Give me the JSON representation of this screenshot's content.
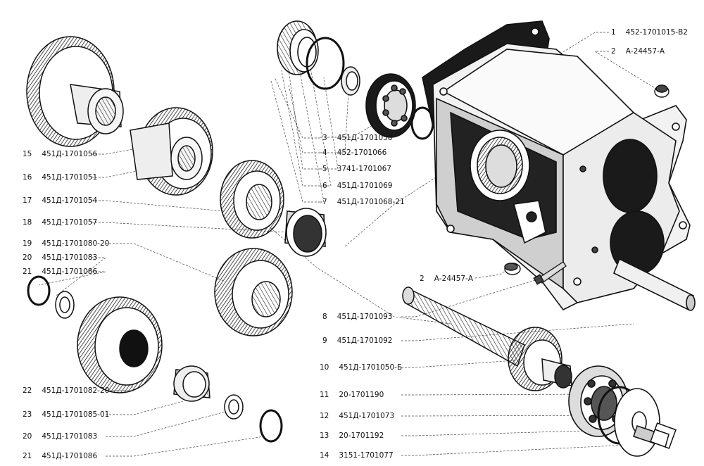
{
  "callouts": [
    {
      "num": "1",
      "part": "452-1701015-В2"
    },
    {
      "num": "2",
      "part": "А-24457-А"
    },
    {
      "num": "3",
      "part": "451Д-1701058"
    },
    {
      "num": "4",
      "part": "452-1701066"
    },
    {
      "num": "5",
      "part": "3741-1701067"
    },
    {
      "num": "6",
      "part": "451Д-1701069"
    },
    {
      "num": "7",
      "part": "451Д-1701068-21"
    },
    {
      "num": "2",
      "part": "А-24457-А"
    },
    {
      "num": "8",
      "part": "451Д-1701093"
    },
    {
      "num": "9",
      "part": "451Д-1701092"
    },
    {
      "num": "10",
      "part": "451Д-1701050-Б"
    },
    {
      "num": "11",
      "part": "20-1701190"
    },
    {
      "num": "12",
      "part": "451Д-1701073"
    },
    {
      "num": "13",
      "part": "20-1701192"
    },
    {
      "num": "14",
      "part": "3151-1701077"
    },
    {
      "num": "15",
      "part": "451Д-1701056"
    },
    {
      "num": "16",
      "part": "451Д-1701051"
    },
    {
      "num": "17",
      "part": "451Д-1701054"
    },
    {
      "num": "18",
      "part": "451Д-1701057"
    },
    {
      "num": "19",
      "part": "451Д-1701080-20"
    },
    {
      "num": "20",
      "part": "451Д-1701083"
    },
    {
      "num": "21",
      "part": "451Д-1701086"
    },
    {
      "num": "22",
      "part": "451Д-1701082-20"
    },
    {
      "num": "23",
      "part": "451Д-1701085-01"
    },
    {
      "num": "20",
      "part": "451Д-1701083"
    },
    {
      "num": "21",
      "part": "451Д-1701086"
    }
  ]
}
